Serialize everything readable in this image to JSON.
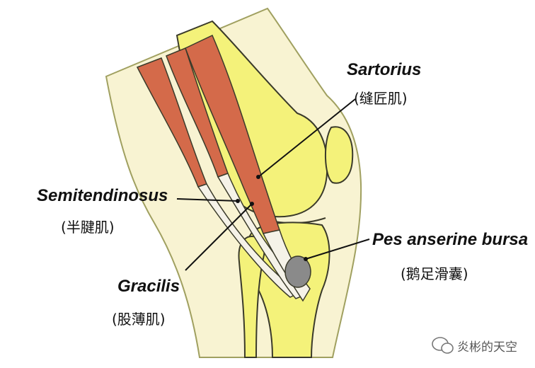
{
  "labels": {
    "sartorius": {
      "en": "Sartorius",
      "zh": "(缝匠肌)"
    },
    "semitendinosus": {
      "en": "Semitendinosus",
      "zh": "(半腱肌)"
    },
    "gracilis": {
      "en": "Gracilis",
      "zh": "(股薄肌)"
    },
    "pes_anserine_bursa": {
      "en": "Pes anserine bursa",
      "zh": "(鹅足滑囊)"
    }
  },
  "watermark": {
    "text": "炎彬的天空",
    "icon": "wechat-icon"
  },
  "colors": {
    "skin_fill": "#f8f3d2",
    "bone_fill": "#f4f27a",
    "outline": "#3a3a2a",
    "muscle": "#d46a4a",
    "tendon": "#f5f2e8",
    "bursa": "#8a8a8a"
  }
}
